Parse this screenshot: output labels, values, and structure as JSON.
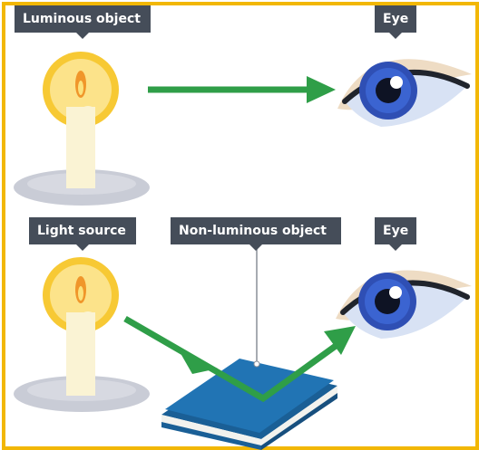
{
  "labels": {
    "luminous_object": "Luminous object",
    "eye_top": "Eye",
    "light_source": "Light source",
    "non_luminous_object": "Non-luminous object",
    "eye_bottom": "Eye"
  },
  "colors": {
    "frame": "#f2b705",
    "label_bg": "#454d59",
    "ray": "#2f9e48",
    "flame_glow": "#f7c934",
    "candle": "#faf3d4",
    "holder": "#c9ccd6",
    "iris": "#2f4fb4",
    "book_cover": "#2174b4"
  },
  "icons": [
    "candle-icon",
    "eye-icon",
    "book-icon",
    "light-ray-arrow"
  ]
}
